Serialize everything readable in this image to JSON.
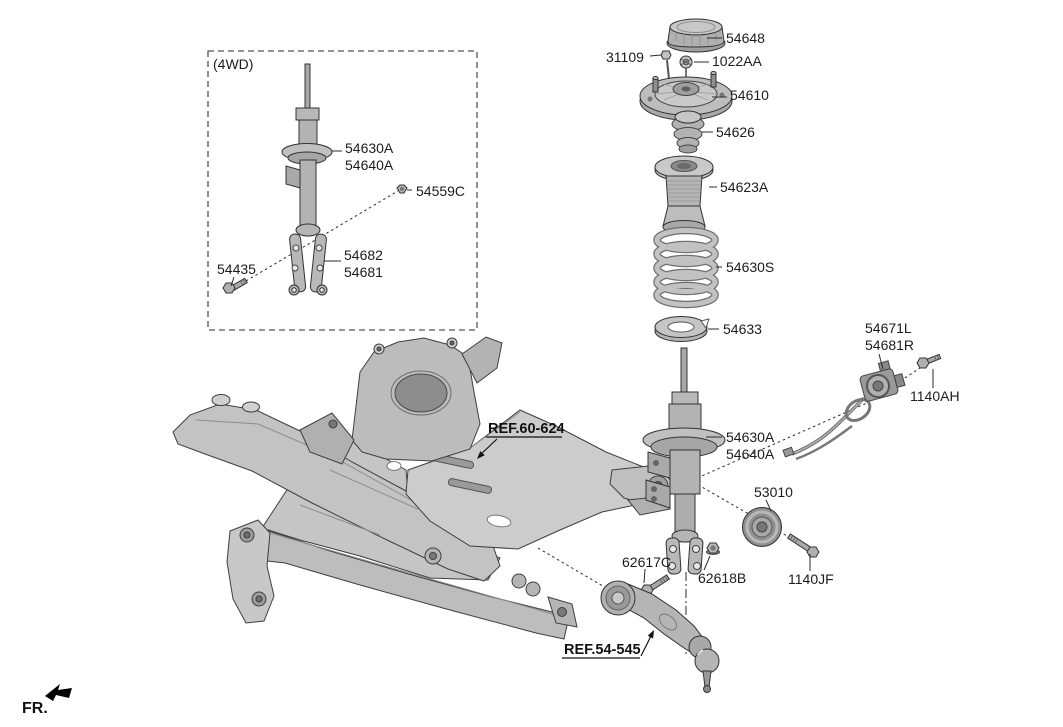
{
  "diagram": {
    "title_hint": "",
    "colors": {
      "line": "#2b2b2b",
      "metal_light": "#c9c9c9",
      "metal_mid": "#b3b3b3",
      "metal_dark": "#8f8f8f"
    },
    "labels": {
      "variant": "(4WD)",
      "fr": "FR.",
      "refs": [
        {
          "text": "REF.60-624"
        },
        {
          "text": "REF.54-545"
        }
      ],
      "parts": [
        {
          "text": "54630A"
        },
        {
          "text": "54640A"
        },
        {
          "text": "54559C"
        },
        {
          "text": "54682"
        },
        {
          "text": "54681"
        },
        {
          "text": "54435"
        },
        {
          "text": "31109"
        },
        {
          "text": "54648"
        },
        {
          "text": "1022AA"
        },
        {
          "text": "54610"
        },
        {
          "text": "54626"
        },
        {
          "text": "54623A"
        },
        {
          "text": "54630S"
        },
        {
          "text": "54633"
        },
        {
          "text": "54671L"
        },
        {
          "text": "54681R"
        },
        {
          "text": "1140AH"
        },
        {
          "text": "54630A"
        },
        {
          "text": "54640A"
        },
        {
          "text": "53010"
        },
        {
          "text": "62617C"
        },
        {
          "text": "62618B"
        },
        {
          "text": "1140JF"
        }
      ]
    }
  }
}
